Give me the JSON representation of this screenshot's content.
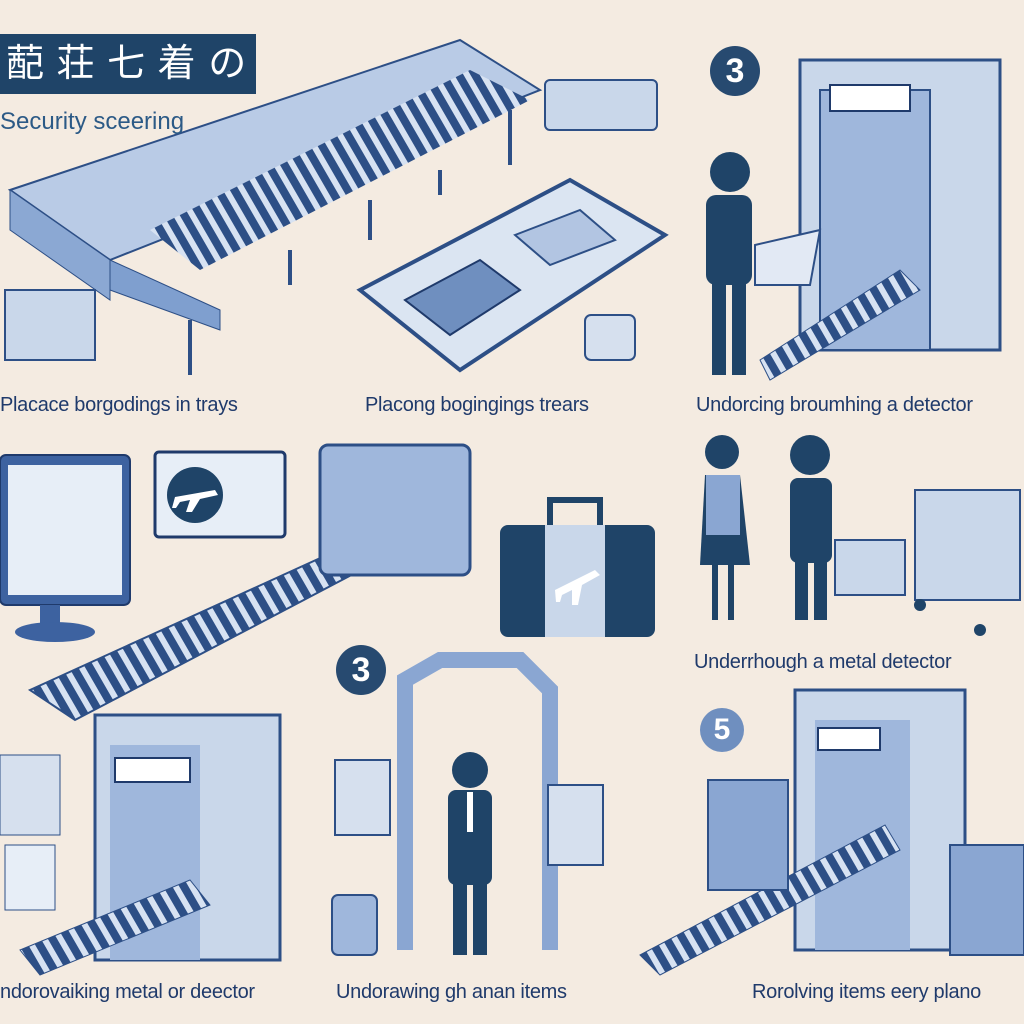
{
  "header": {
    "title": "蓜 荘 七 着 の",
    "subtitle": "Security sceering"
  },
  "steps": [
    {
      "label": "Placace borgodings in trays"
    },
    {
      "label": "Placong bogingings trears"
    },
    {
      "label": "Undorcing broumhing a detector"
    },
    {
      "label": "Underrhough a metal detector"
    },
    {
      "label": "ndorovaiking metal or deector"
    },
    {
      "label": "Undorawing gh anan items"
    },
    {
      "label": "Rorolving items eery plano"
    }
  ],
  "numbers": [
    "3",
    "3",
    "5"
  ],
  "colors": {
    "navy": "#1f4468",
    "blue": "#6f93c4",
    "light": "#c9d7ea",
    "bg": "#f4ebe1"
  }
}
